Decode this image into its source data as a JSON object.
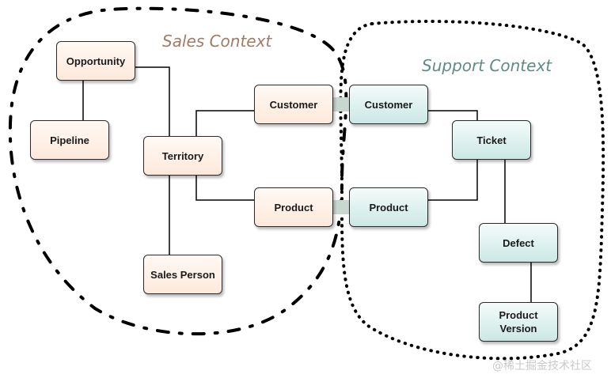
{
  "sales_context": {
    "title": "Sales Context",
    "entities": {
      "opportunity": "Opportunity",
      "pipeline": "Pipeline",
      "territory": "Territory",
      "sales_person": "Sales Person",
      "customer": "Customer",
      "product": "Product"
    }
  },
  "support_context": {
    "title": "Support Context",
    "entities": {
      "customer": "Customer",
      "product": "Product",
      "ticket": "Ticket",
      "defect": "Defect",
      "product_version": "Product\nVersion"
    }
  },
  "watermark": "@稀土掘金技术社区",
  "colors": {
    "sales_title": "#a07c66",
    "support_title": "#5f8b88",
    "sales_fill": "#fde9db",
    "support_fill": "#cbe8e5",
    "shared_link": "#c8d7cf"
  }
}
